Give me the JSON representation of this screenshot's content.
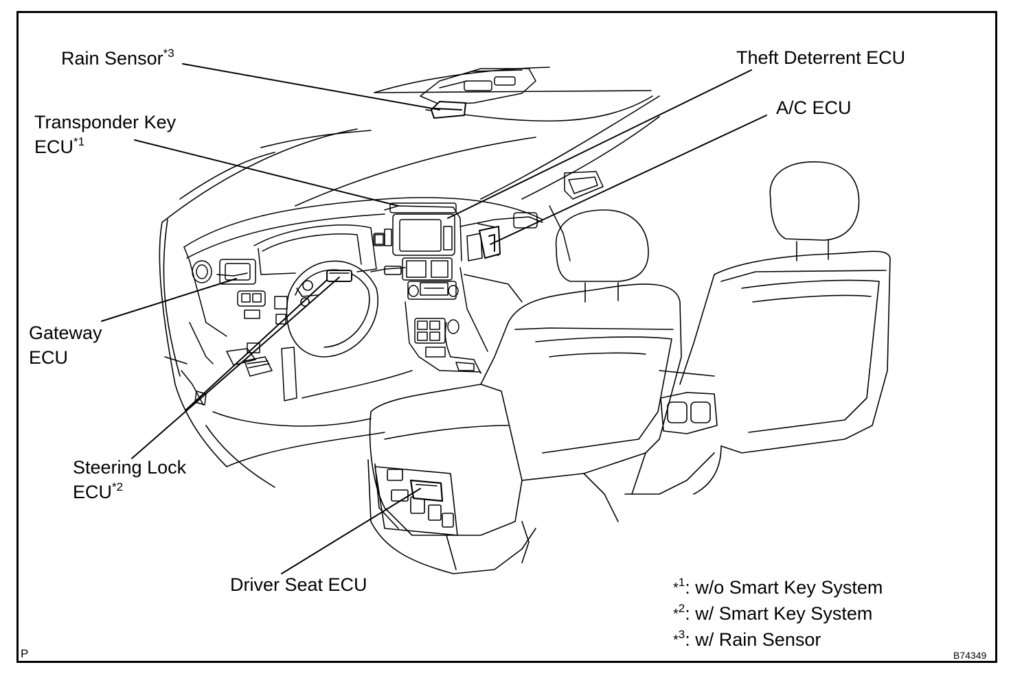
{
  "labels": {
    "rain_sensor": {
      "text": "Rain Sensor",
      "mark": "*3"
    },
    "theft_deterrent": {
      "text": "Theft Deterrent ECU"
    },
    "ac_ecu": {
      "text": "A/C ECU"
    },
    "transponder": {
      "line1": "Transponder Key",
      "line2": "ECU",
      "mark": "*1"
    },
    "gateway": {
      "line1": "Gateway",
      "line2": "ECU"
    },
    "steering_lock": {
      "line1": "Steering Lock",
      "line2": "ECU",
      "mark": "*2"
    },
    "driver_seat": {
      "text": "Driver Seat ECU"
    }
  },
  "notes": [
    {
      "star": "*",
      "num": "1",
      "text": ": w/o Smart Key System"
    },
    {
      "star": "*",
      "num": "2",
      "text": ": w/ Smart Key System"
    },
    {
      "star": "*",
      "num": "3",
      "text": ": w/ Rain Sensor"
    }
  ],
  "corner_left": "P",
  "figure_id": "B74349",
  "colors": {
    "ink": "#000000",
    "paper": "#ffffff"
  }
}
